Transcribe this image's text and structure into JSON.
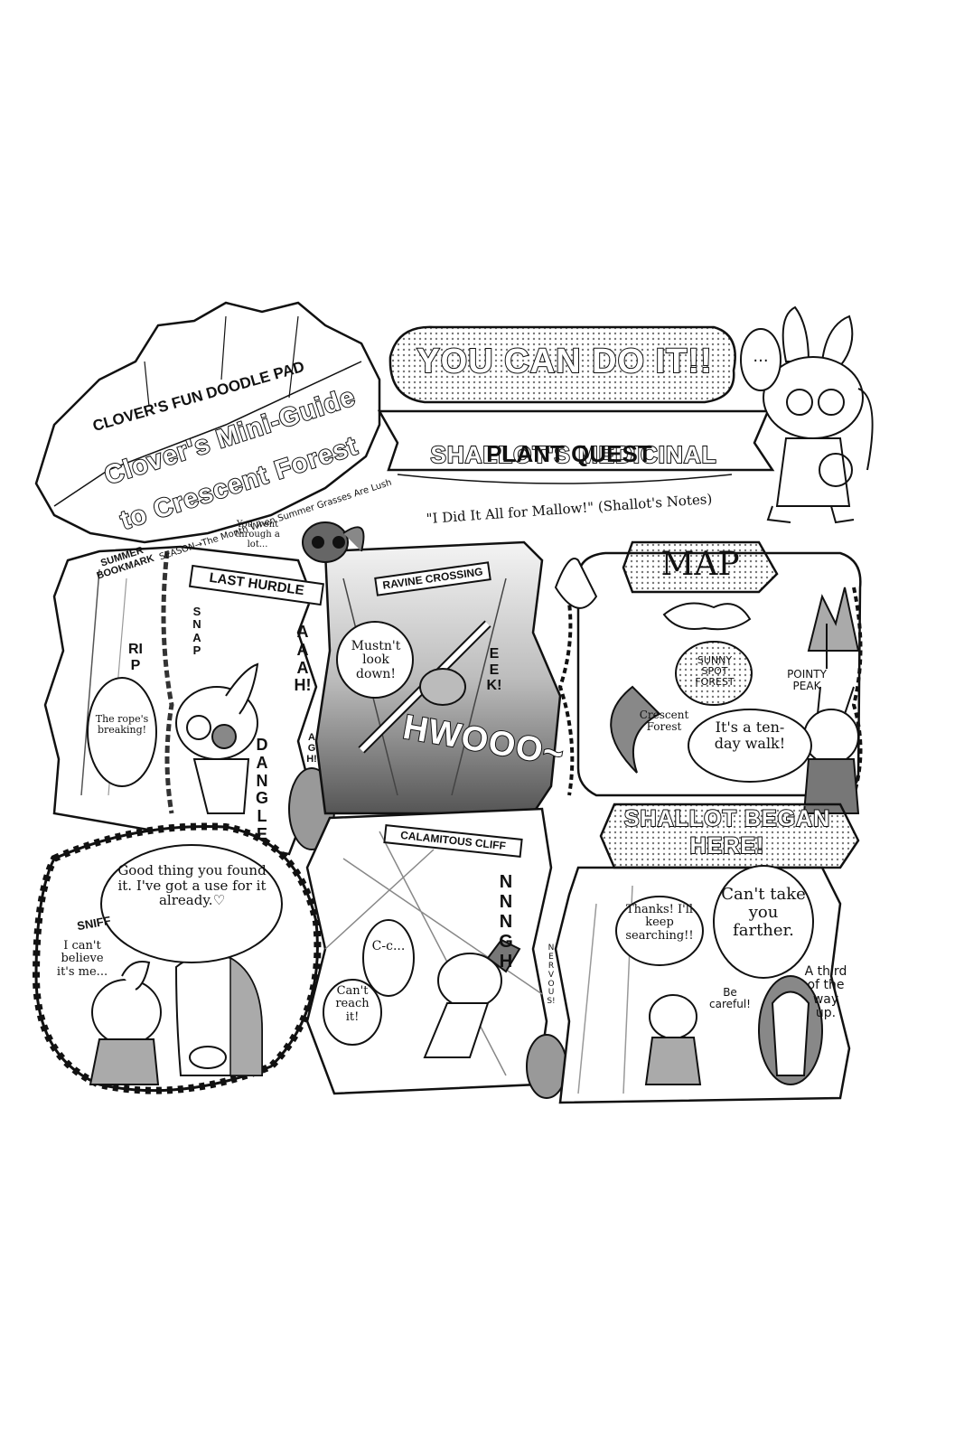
{
  "header": {
    "doodle_pad": "CLOVER'S FUN DOODLE PAD",
    "guide_title_1": "Clover's Mini-Guide",
    "guide_title_2": "to Crescent Forest",
    "season_note": "SEASON→The Month When Summer Grasses Are Lush",
    "bookmark": "SUMMER BOOKMARK",
    "banner_title": "YOU CAN DO IT!!",
    "quest_1": "SHALLOT'S MEDICINAL",
    "quest_2": "PLANT QUEST",
    "notes": "\"I Did It All for Mallow!\" (Shallot's Notes)",
    "dots_bubble": "..."
  },
  "panels": {
    "last_hurdle": {
      "label": "LAST HURDLE",
      "you_went": "You went through a lot...",
      "rip": "RIP",
      "snap": "SNAP",
      "rope": "The rope's breaking!",
      "aaah": "AAAH!",
      "dangle": "DANGLE",
      "agh": "AGH!"
    },
    "ravine": {
      "label": "RAVINE CROSSING",
      "mustnt": "Mustn't look down!",
      "eek": "EEK!",
      "hwooo": "HWOOO~"
    },
    "map": {
      "label": "MAP",
      "sunny": "SUNNY SPOT FOREST",
      "pointy": "POINTY PEAK",
      "crescent": "Crescent Forest",
      "walk": "It's a ten-day walk!"
    },
    "found_it": {
      "good_thing": "Good thing you found it. I've got a use for it already.♡",
      "sniff": "SNIFF",
      "cant_believe": "I can't believe it's me..."
    },
    "cliff": {
      "label": "CALAMITOUS CLIFF",
      "nnngh": "NNNGH",
      "cc": "C-c...",
      "cant_reach": "Can't reach it!",
      "nervous": "NERVOUS!"
    },
    "began_here": {
      "label_1": "SHALLOT BEGAN",
      "label_2": "HERE!",
      "thanks": "Thanks! I'll keep searching!!",
      "cant_take": "Can't take you farther.",
      "be_careful": "Be careful!",
      "third": "A third of the way up."
    }
  }
}
